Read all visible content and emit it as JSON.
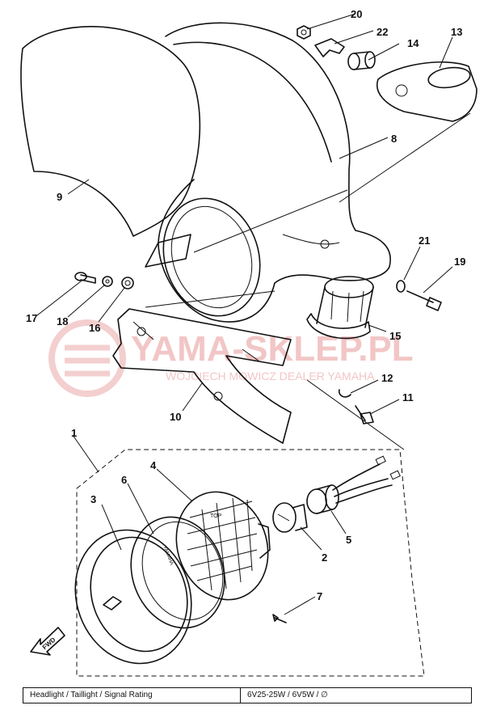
{
  "callouts": {
    "p1": "1",
    "p2": "2",
    "p3": "3",
    "p4": "4",
    "p5": "5",
    "p6": "6",
    "p7": "7",
    "p8": "8",
    "p9": "9",
    "p10": "10",
    "p11": "11",
    "p12": "12",
    "p13": "13",
    "p14": "14",
    "p15": "15",
    "p16": "16",
    "p17": "17",
    "p18": "18",
    "p19": "19",
    "p20": "20",
    "p21": "21",
    "p22": "22"
  },
  "lens_labels": {
    "top": "TOP",
    "brand": "YAMAHA"
  },
  "fwd_label": "FWD",
  "watermark": {
    "main": "YAMA-SKLEP.PL",
    "sub": "WOJCIECH MOWICZ DEALER YAMAHA"
  },
  "rating_table": {
    "label": "Headlight / Taillight / Signal Rating",
    "value": "6V25-25W / 6V5W / ∅"
  }
}
